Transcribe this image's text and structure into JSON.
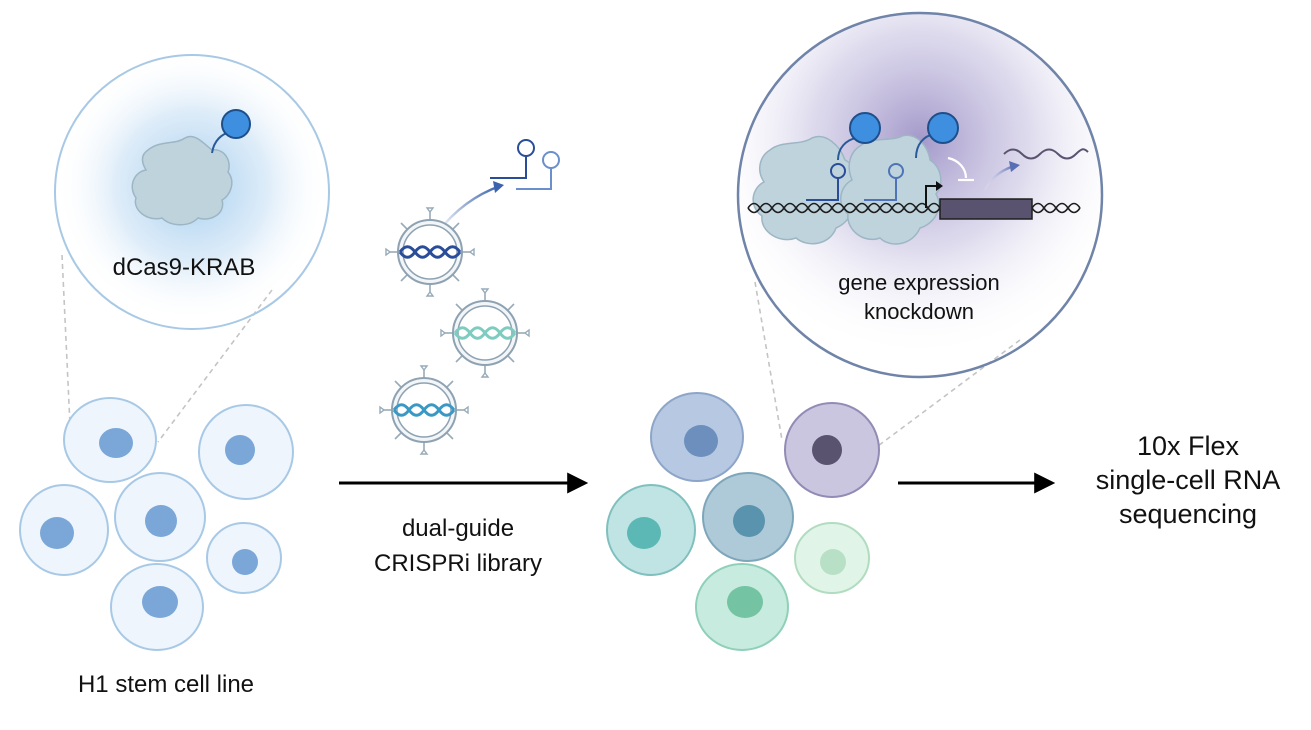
{
  "labels": {
    "dcas9": "dCas9-KRAB",
    "stem_cells": "H1 stem cell line",
    "library_line1": "dual-guide",
    "library_line2": "CRISPRi library",
    "knockdown_line1": "gene expression",
    "knockdown_line2": "knockdown",
    "readout_line1": "10x Flex",
    "readout_line2": "single-cell RNA",
    "readout_line3": "sequencing"
  },
  "colors": {
    "stem_cell_fill": "#eef5fc",
    "stem_cell_stroke": "#a8c9e6",
    "stem_nucleus": "#7aa7d8",
    "protein": "#bfd3dd",
    "effector": "#3e8fe0",
    "guide": "#3c63ad",
    "inset_glow_blue": "#9fcbee",
    "inset_glow_purple": "#8577b8",
    "gene_box": "#5a5370",
    "arrow": "#000000"
  },
  "icons": {
    "zoom_lines": "zoom-guide-lines",
    "virus": "lentivirus-icon",
    "dna": "dna-helix-icon",
    "guide_rna": "guide-rna-hairpin-icon",
    "transcript": "mrna-wave-icon",
    "promoter": "promoter-arrow-icon",
    "repression": "repression-bar-icon"
  }
}
